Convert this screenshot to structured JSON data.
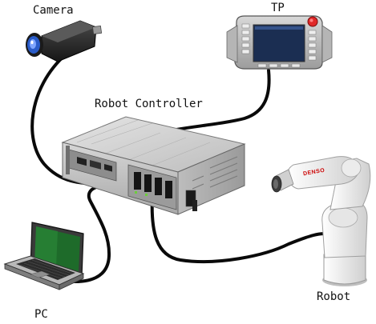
{
  "labels": {
    "camera": "Camera",
    "tp": "TP",
    "controller": "Robot Controller",
    "pc": "PC",
    "robot": "Robot"
  },
  "robot_brand": "DENSO",
  "colors": {
    "cable": "#0a0a0a",
    "controller_body": "#c9c9c9",
    "tp_screen": "#1b2e52",
    "laptop_screen": "#1e6b2a",
    "camera_lens": "#2a5cc9",
    "robot_body": "#f2f2f2",
    "tp_stop": "#e02828"
  }
}
